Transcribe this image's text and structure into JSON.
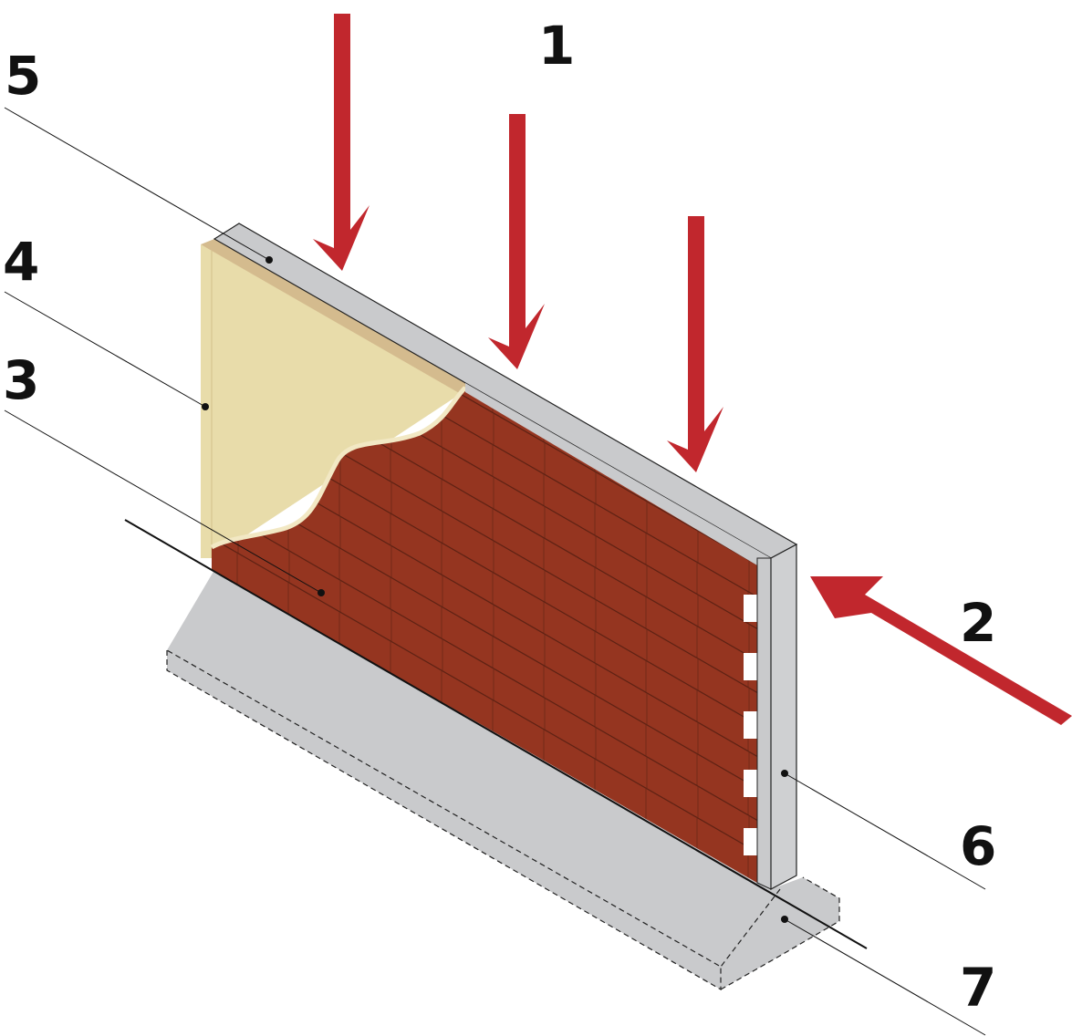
{
  "labels": {
    "l1": "1",
    "l2": "2",
    "l3": "3",
    "l4": "4",
    "l5": "5",
    "l6": "6",
    "l7": "7"
  },
  "colors": {
    "arrow": "#c1272d",
    "brick": "#953520",
    "mortar": "#5e2214",
    "plaster": "#e8dcaa",
    "plaster_edge": "#d4bb8e",
    "concrete": "#c9cacc",
    "concrete_dark": "#b4b5b7"
  }
}
